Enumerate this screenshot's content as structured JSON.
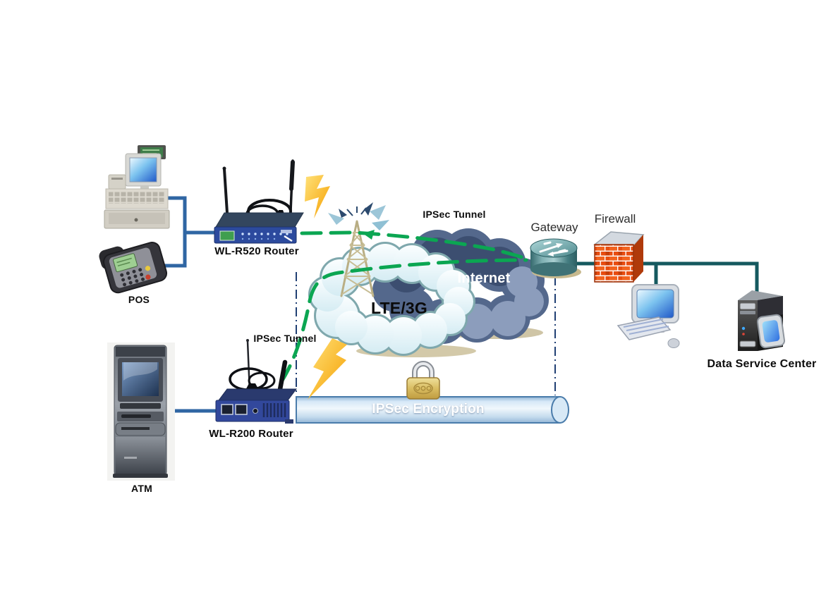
{
  "labels": {
    "pos": "POS",
    "atm": "ATM",
    "router_r520": "WL-R520 Router",
    "router_r200": "WL-R200 Router",
    "gateway": "Gateway",
    "firewall": "Firewall",
    "data_service_center": "Data Service Center",
    "internet_cloud": "Internet",
    "lte_cloud": "LTE/3G",
    "ipsec_tunnel_top": "IPSec Tunnel",
    "ipsec_tunnel_mid": "IPSec Tunnel",
    "ipsec_encryption": "IPSec Encryption"
  },
  "colors": {
    "connector_blue": "#2f66a3",
    "connector_teal": "#15595f",
    "tunnel_green": "#0ba652",
    "boundary_navy": "#203f73",
    "lightning_yellow": "#fdb515",
    "pipe_fill": "#d6e8f7",
    "pipe_border": "#4a7cab",
    "internet_cloud_fill": "#54688c",
    "lte_cloud_fill": "#eaf6fa",
    "firewall_brick": "#e84d10",
    "padlock_gold": "#d9bd62"
  }
}
